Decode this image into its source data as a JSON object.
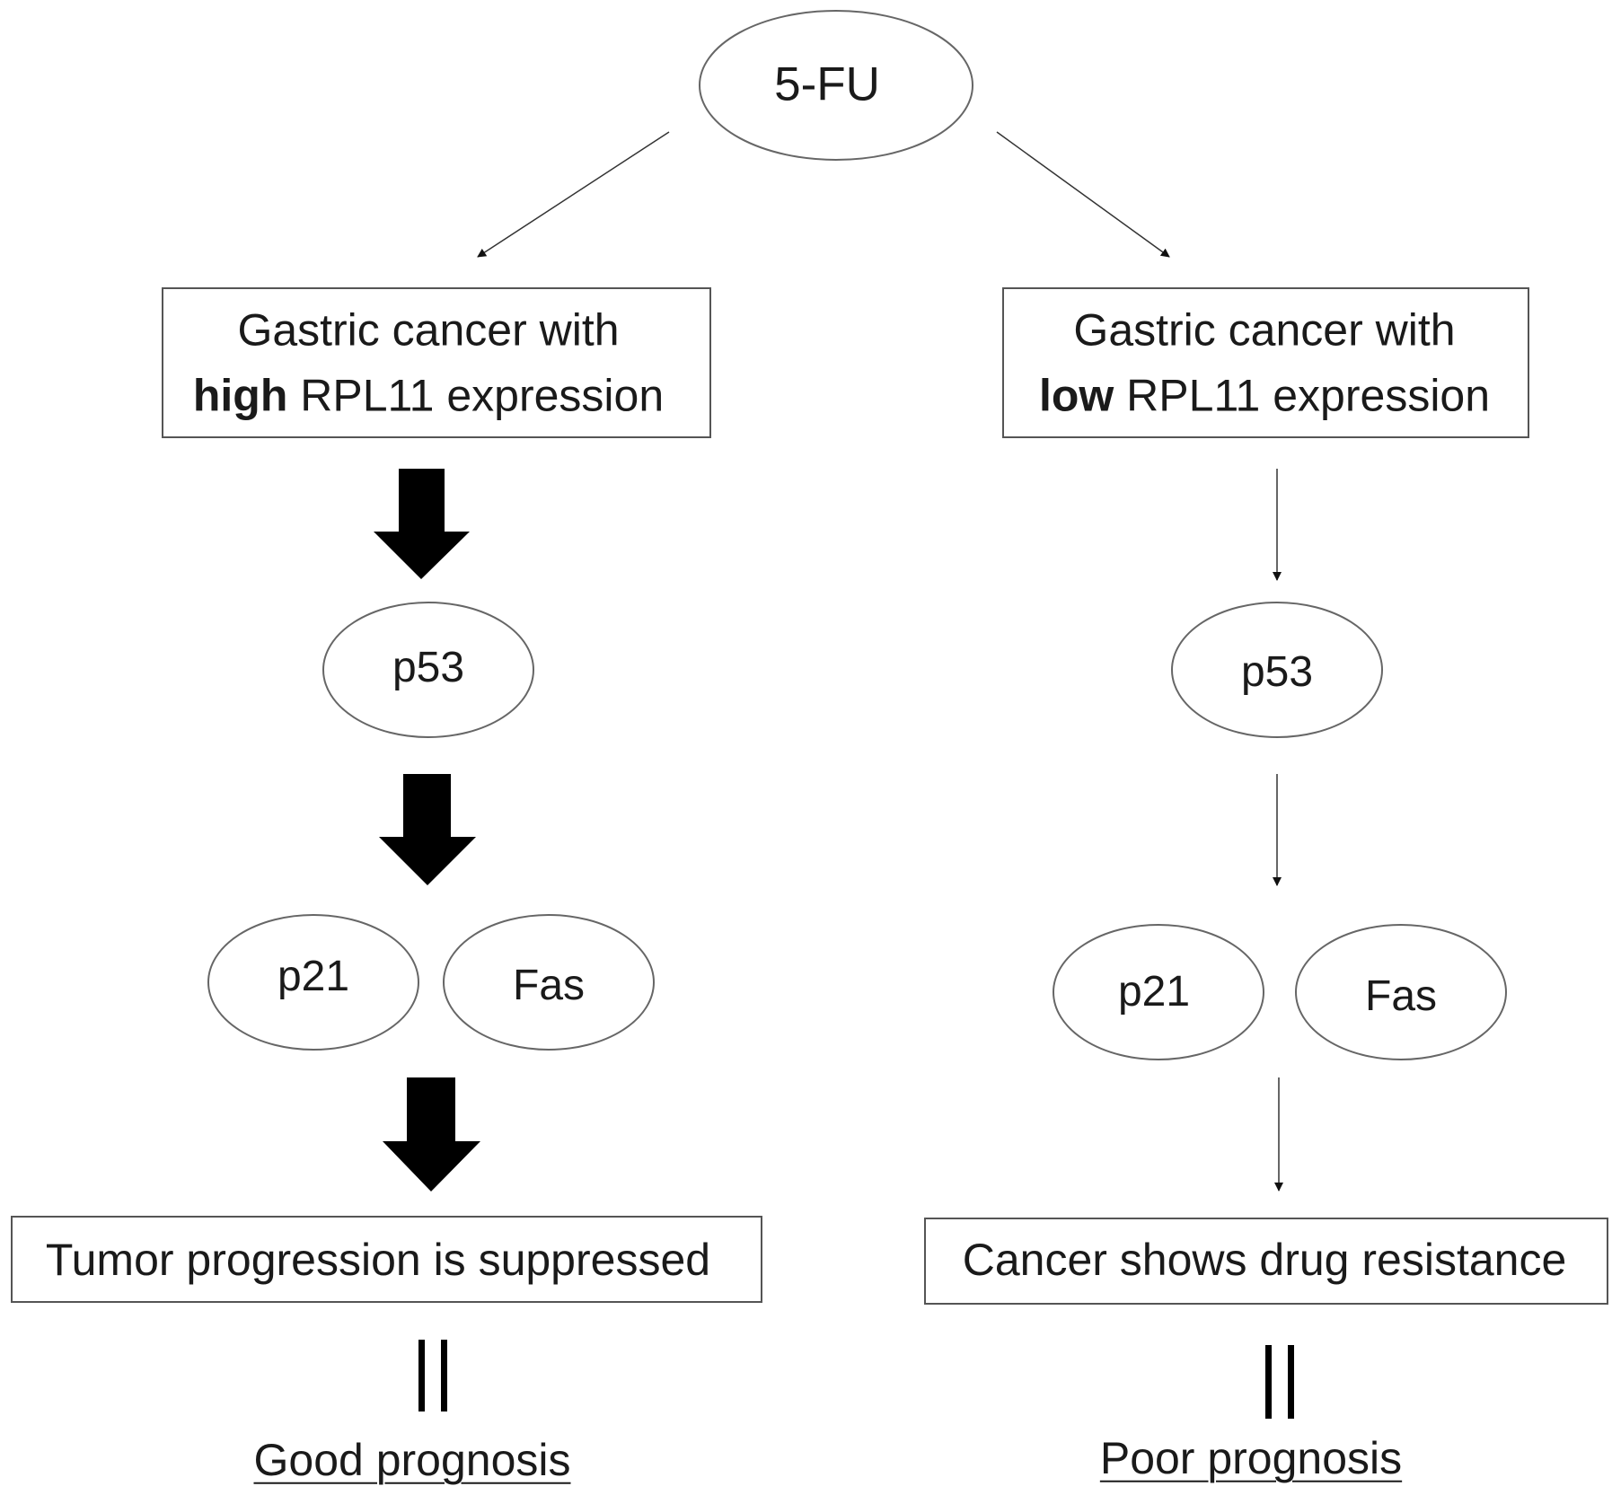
{
  "top_node": {
    "label": "5-FU"
  },
  "left": {
    "condition": {
      "line1": "Gastric cancer with",
      "emphasis": "high",
      "rest": " RPL11 expression"
    },
    "p53": "p53",
    "p21": "p21",
    "fas": "Fas",
    "result": "Tumor progression is suppressed",
    "prognosis": "Good prognosis",
    "arrow_style": "thick"
  },
  "right": {
    "condition": {
      "line1": "Gastric cancer with",
      "emphasis": "low",
      "rest": " RPL11 expression"
    },
    "p53": "p53",
    "p21": "p21",
    "fas": "Fas",
    "result": "Cancer shows drug resistance",
    "prognosis": "Poor prognosis",
    "arrow_style": "thin"
  },
  "equals_symbol": "||",
  "colors": {
    "stroke": "#555555",
    "arrow_fill": "#000000",
    "text": "#1a1a1a"
  }
}
